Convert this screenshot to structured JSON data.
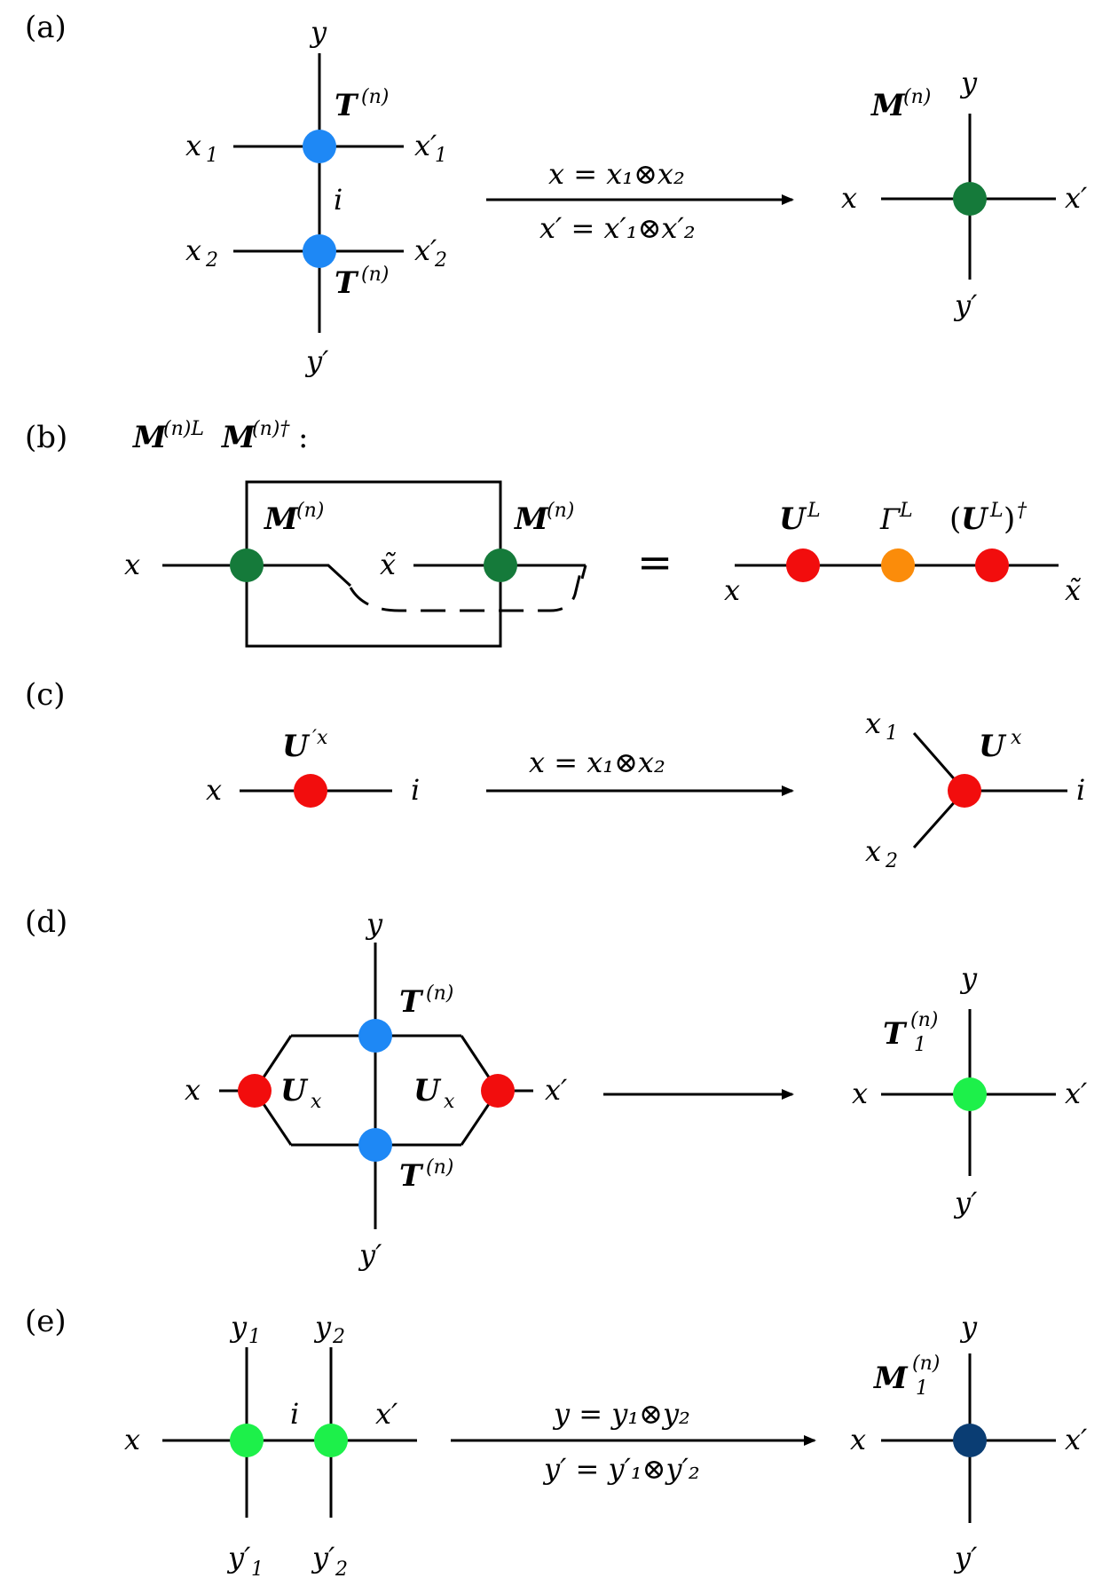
{
  "colors": {
    "blue": "#1e88f5",
    "dark_green": "#157a3a",
    "red": "#f20d0d",
    "orange": "#fb8c0a",
    "bright_green": "#1df04a",
    "navy": "#0a3d73"
  },
  "panels": {
    "a": {
      "tag": "(a)",
      "left": {
        "y_top": "y",
        "t_top": "T",
        "t_top_sup": "(n)",
        "x1": "x",
        "x1_sub": "1",
        "x1p": "x′",
        "x1p_sub": "1",
        "i": "i",
        "x2": "x",
        "x2_sub": "2",
        "x2p": "x′",
        "x2p_sub": "2",
        "t_bot": "T",
        "t_bot_sup": "(n)",
        "y_bot": "y′"
      },
      "arrow": {
        "top": "x = x₁⊗x₂",
        "bottom": "x′ = x′₁⊗x′₂"
      },
      "right": {
        "m": "M",
        "m_sup": "(n)",
        "y": "y",
        "x": "x",
        "xp": "x′",
        "yp": "y′"
      }
    },
    "b": {
      "tag": "(b)",
      "heading": {
        "m1": "M",
        "m1_sup": "(n)L",
        "m2": "M",
        "m2_sup": "(n)†",
        "colon": ":"
      },
      "left": {
        "x": "x",
        "m_left": "M",
        "m_left_sup": "(n)",
        "xt": "x̃",
        "m_right": "M",
        "m_right_sup": "(n)"
      },
      "equals": "=",
      "right": {
        "u": "U",
        "u_sup": "L",
        "gamma": "Γ",
        "gamma_sup": "L",
        "ud_open": "(",
        "ud": "U",
        "ud_sup_in": "L",
        "ud_close": ")",
        "ud_sup": "†",
        "x": "x",
        "xt": "x̃"
      }
    },
    "c": {
      "tag": "(c)",
      "left": {
        "u": "U",
        "u_sup": "′x",
        "x": "x",
        "i": "i"
      },
      "arrow": {
        "top": "x = x₁⊗x₂"
      },
      "right": {
        "x1": "x",
        "x1_sub": "1",
        "u": "U",
        "u_sup": "x",
        "i": "i",
        "x2": "x",
        "x2_sub": "2"
      }
    },
    "d": {
      "tag": "(d)",
      "left": {
        "y_top": "y",
        "t_top": "T",
        "t_top_sup": "(n)",
        "x": "x",
        "ux_left": "U",
        "ux_left_sub": "x",
        "ux_right": "U",
        "ux_right_sub": "x",
        "xp": "x′",
        "t_bot": "T",
        "t_bot_sup": "(n)",
        "y_bot": "y′"
      },
      "right": {
        "t1": "T",
        "t1_sup": "(n)",
        "t1_sub": "1",
        "y": "y",
        "x": "x",
        "xp": "x′",
        "yp": "y′"
      }
    },
    "e": {
      "tag": "(e)",
      "left": {
        "y1": "y",
        "y1_sub": "1",
        "y2": "y",
        "y2_sub": "2",
        "i": "i",
        "xp": "x′",
        "x": "x",
        "y1p": "y′",
        "y1p_sub": "1",
        "y2p": "y′",
        "y2p_sub": "2"
      },
      "arrow": {
        "top": "y = y₁⊗y₂",
        "bottom": "y′ = y′₁⊗y′₂"
      },
      "right": {
        "m1": "M",
        "m1_sup": "(n)",
        "m1_sub": "1",
        "y": "y",
        "x": "x",
        "xp": "x′",
        "yp": "y′"
      }
    }
  }
}
